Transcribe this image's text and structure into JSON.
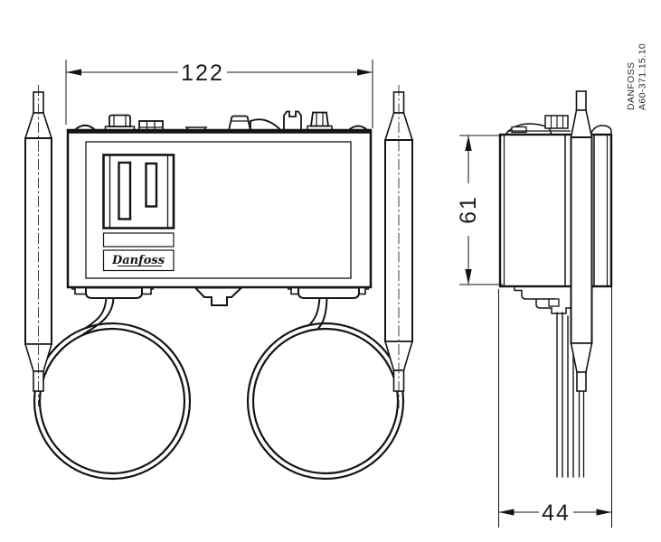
{
  "dimensions": {
    "front_width_mm": "122",
    "side_height_mm": "61",
    "side_depth_mm": "44"
  },
  "branding": {
    "logo_script": "Danfoss"
  },
  "reference_label": {
    "line1": "DANFOSS",
    "line2": "A60-371.15.10"
  }
}
